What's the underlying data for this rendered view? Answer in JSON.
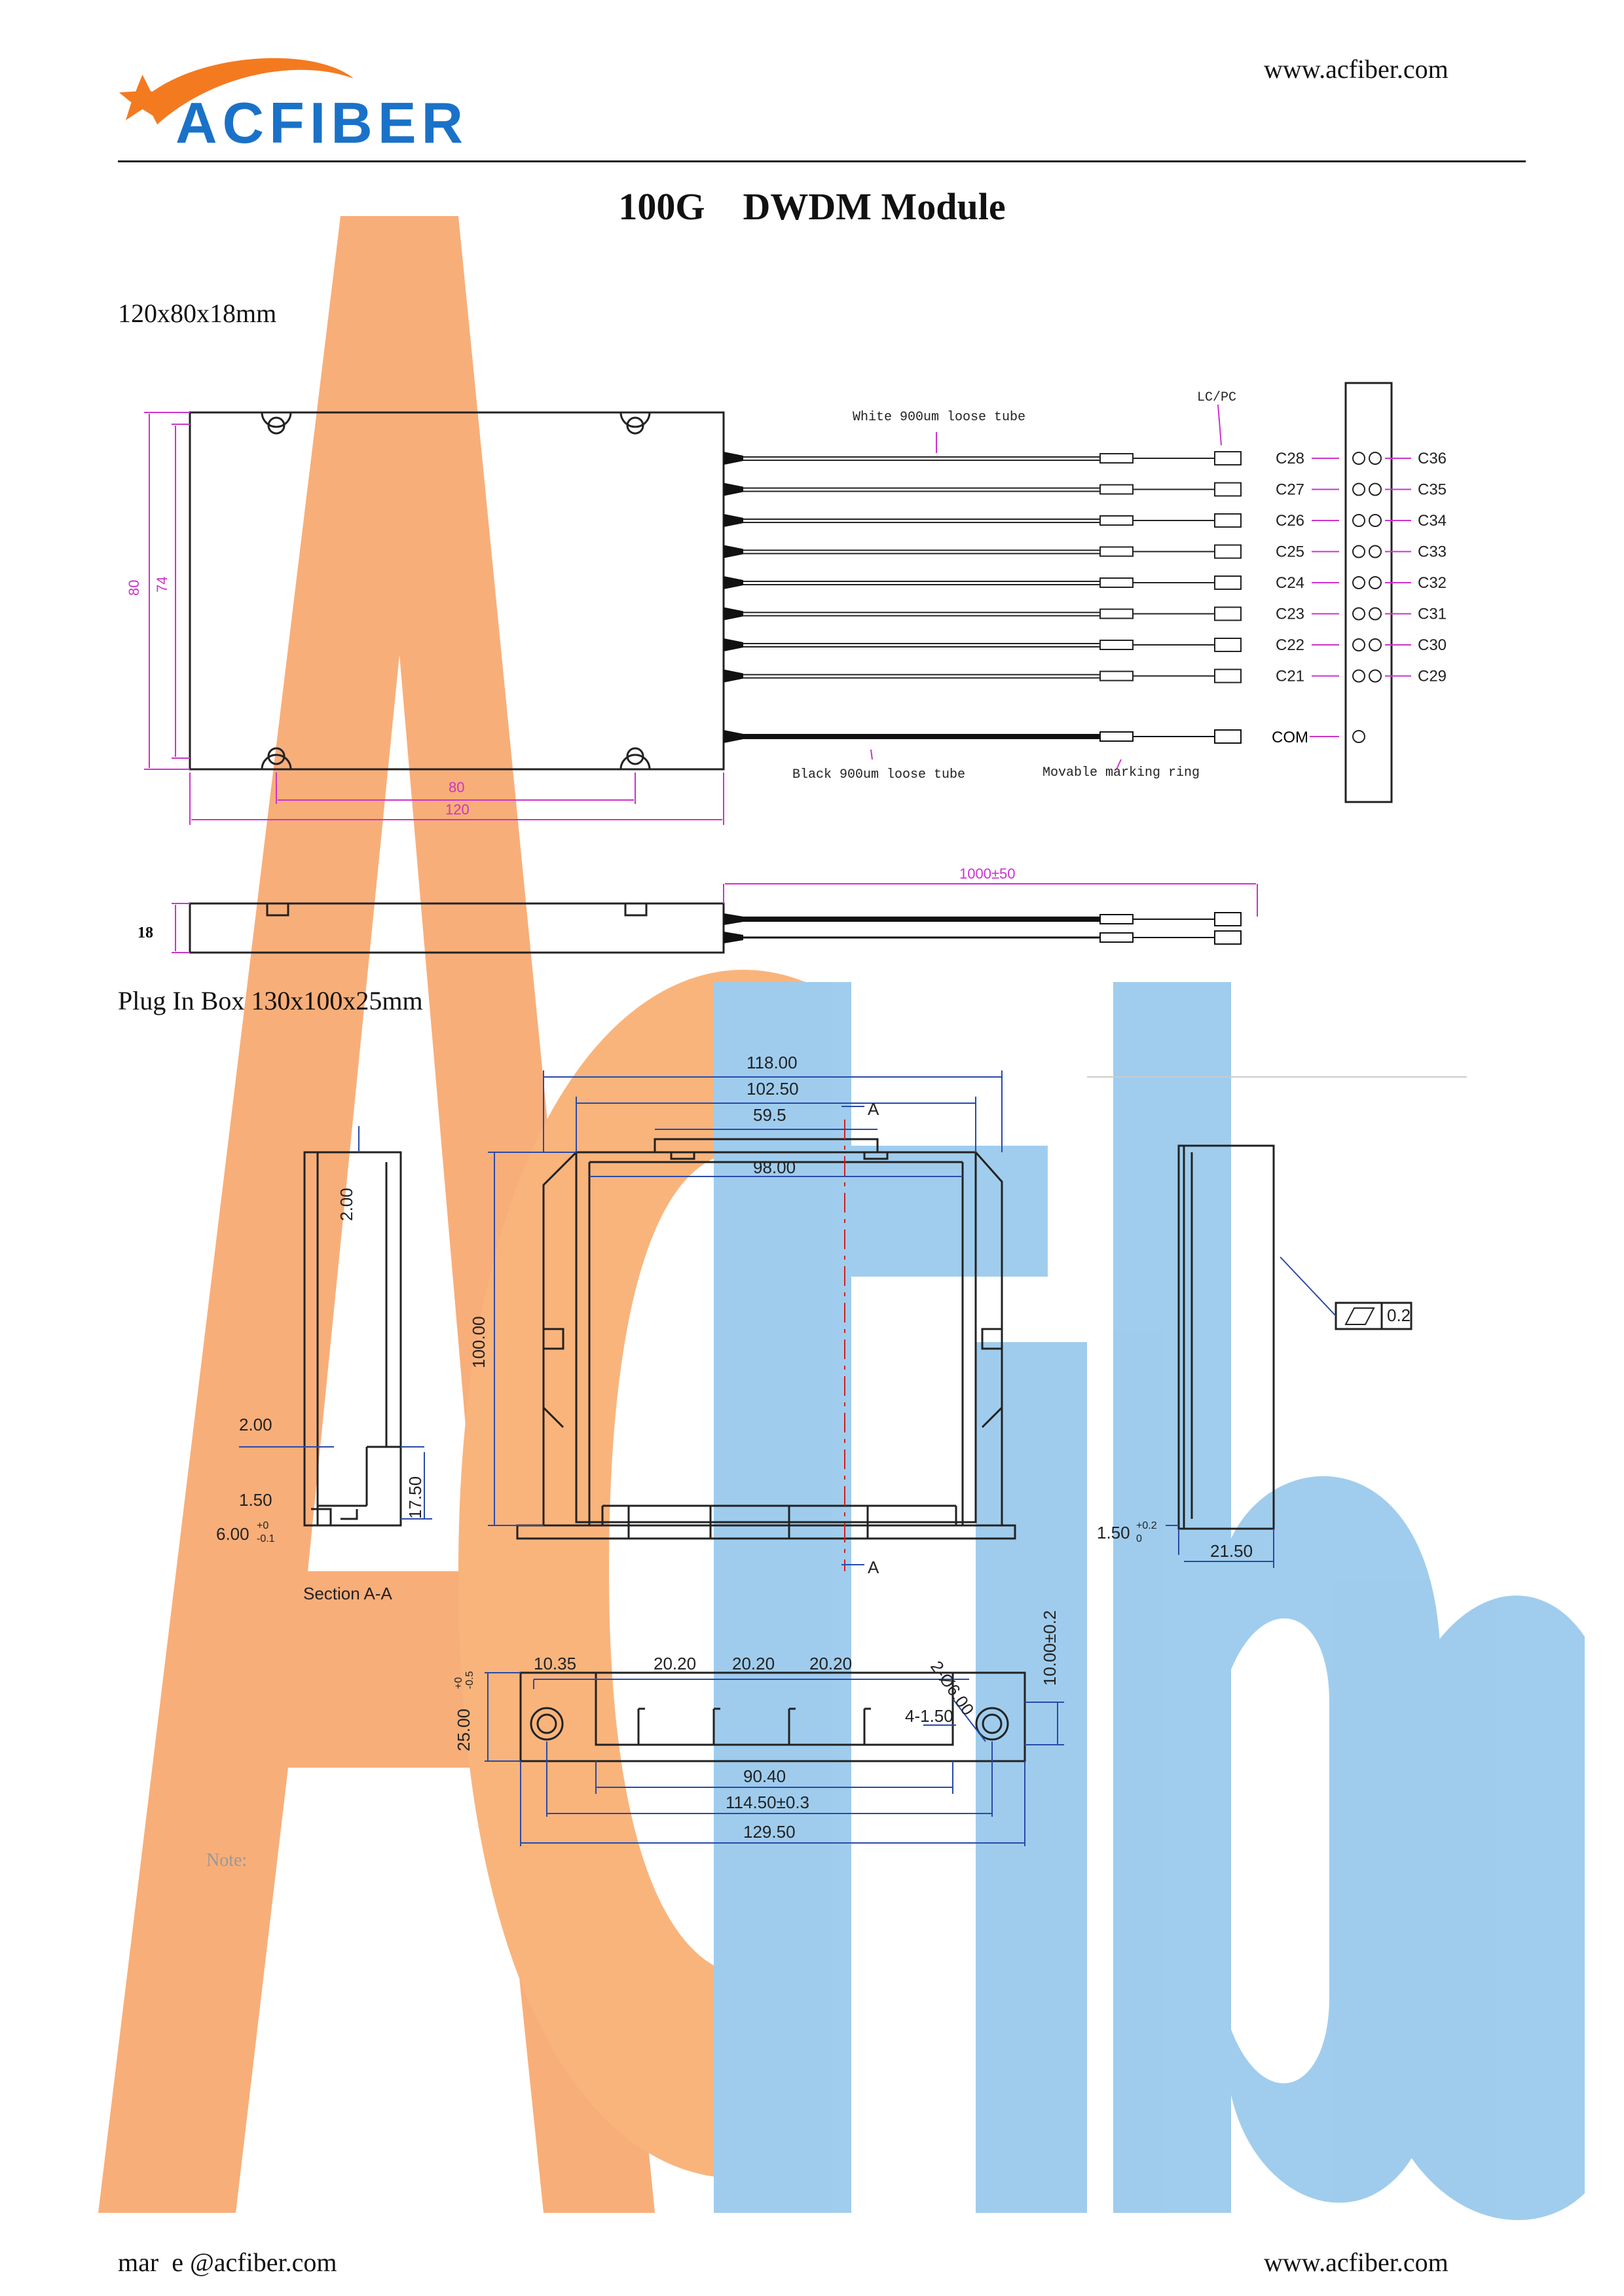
{
  "header": {
    "logo_text": "ACFIBER",
    "url": "www.acfiber.com"
  },
  "title": {
    "part1": "100G",
    "part2": "DWDM Module"
  },
  "watermark": {
    "text": "Acfiber",
    "color_orange": "#f7a062",
    "color_blue": "#8fc4ea"
  },
  "colors": {
    "accent_magenta": "#cc33cc",
    "logo_blue": "#1a72c8",
    "logo_orange": "#f47a20",
    "line": "#222222"
  },
  "section1": {
    "size_label": "120x80x18mm",
    "labels": {
      "white_tube": "White 900um loose tube",
      "lcpc": "LC/PC",
      "black_tube": "Black 900um loose tube",
      "marking_ring": "Movable marking ring"
    },
    "dims": {
      "h80": "80",
      "h74": "74",
      "w80": "80",
      "w120": "120",
      "thick": "18",
      "length": "1000±50"
    },
    "ports_left": [
      "C28",
      "C27",
      "C26",
      "C25",
      "C24",
      "C23",
      "C22",
      "C21"
    ],
    "ports_right": [
      "C36",
      "C35",
      "C34",
      "C33",
      "C32",
      "C31",
      "C30",
      "C29"
    ],
    "com": "COM"
  },
  "section2": {
    "size_label": "Plug In Box 130x100x25mm",
    "dims": {
      "d118": "118.00",
      "d102": "102.50",
      "d59": "59.5",
      "d98": "98.00",
      "d100": "100.00",
      "d2a": "2.00",
      "d2b": "2.00",
      "d1_5": "1.50",
      "d6": "6.00",
      "d6_tol_top": "+0",
      "d6_tol_bot": "-0.1",
      "d17_5": "17.50",
      "section_a": "A",
      "section_label": "Section A-A",
      "flat": "0.2",
      "d1_5b": "1.50",
      "d1_5b_tol_top": "+0.2",
      "d1_5b_tol_bot": "0",
      "d21_5": "21.50",
      "d10_35": "10.35",
      "d20_20": "20.20",
      "hole": "2-Ø6.00",
      "d4_1_5": "4-1.50",
      "d10": "10.00±0.2",
      "d25": "25.00",
      "d25_tol_top": "+0",
      "d25_tol_bot": "-0.5",
      "d90_4": "90.40",
      "d114_5": "114.50±0.3",
      "d129_5": "129.50"
    },
    "note": "Note:"
  },
  "footer": {
    "email": "mar  e @acfiber.com",
    "url": "www.acfiber.com"
  }
}
